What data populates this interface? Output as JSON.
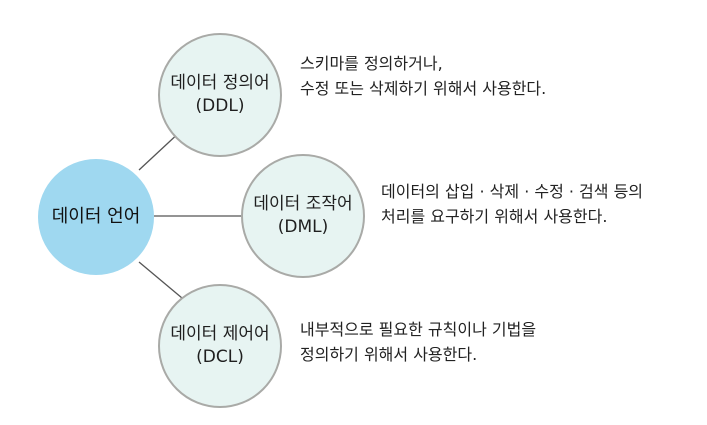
{
  "root": {
    "label": "데이터 언어",
    "color": "#9fd8f0"
  },
  "nodes": [
    {
      "title": "데이터 정의어",
      "abbr": "(DDL)",
      "desc_line1": "스키마를 정의하거나,",
      "desc_line2": "수정 또는 삭제하기 위해서 사용한다."
    },
    {
      "title": "데이터 조작어",
      "abbr": "(DML)",
      "desc_line1": "데이터의 삽입 · 삭제 · 수정 · 검색 등의",
      "desc_line2": "처리를 요구하기 위해서 사용한다."
    },
    {
      "title": "데이터 제어어",
      "abbr": "(DCL)",
      "desc_line1": "내부적으로 필요한 규칙이나 기법을",
      "desc_line2": "정의하기 위해서 사용한다."
    }
  ],
  "colors": {
    "child_fill": "#e7f4f2",
    "child_border": "#a9aaa7",
    "connector": "#555555"
  }
}
